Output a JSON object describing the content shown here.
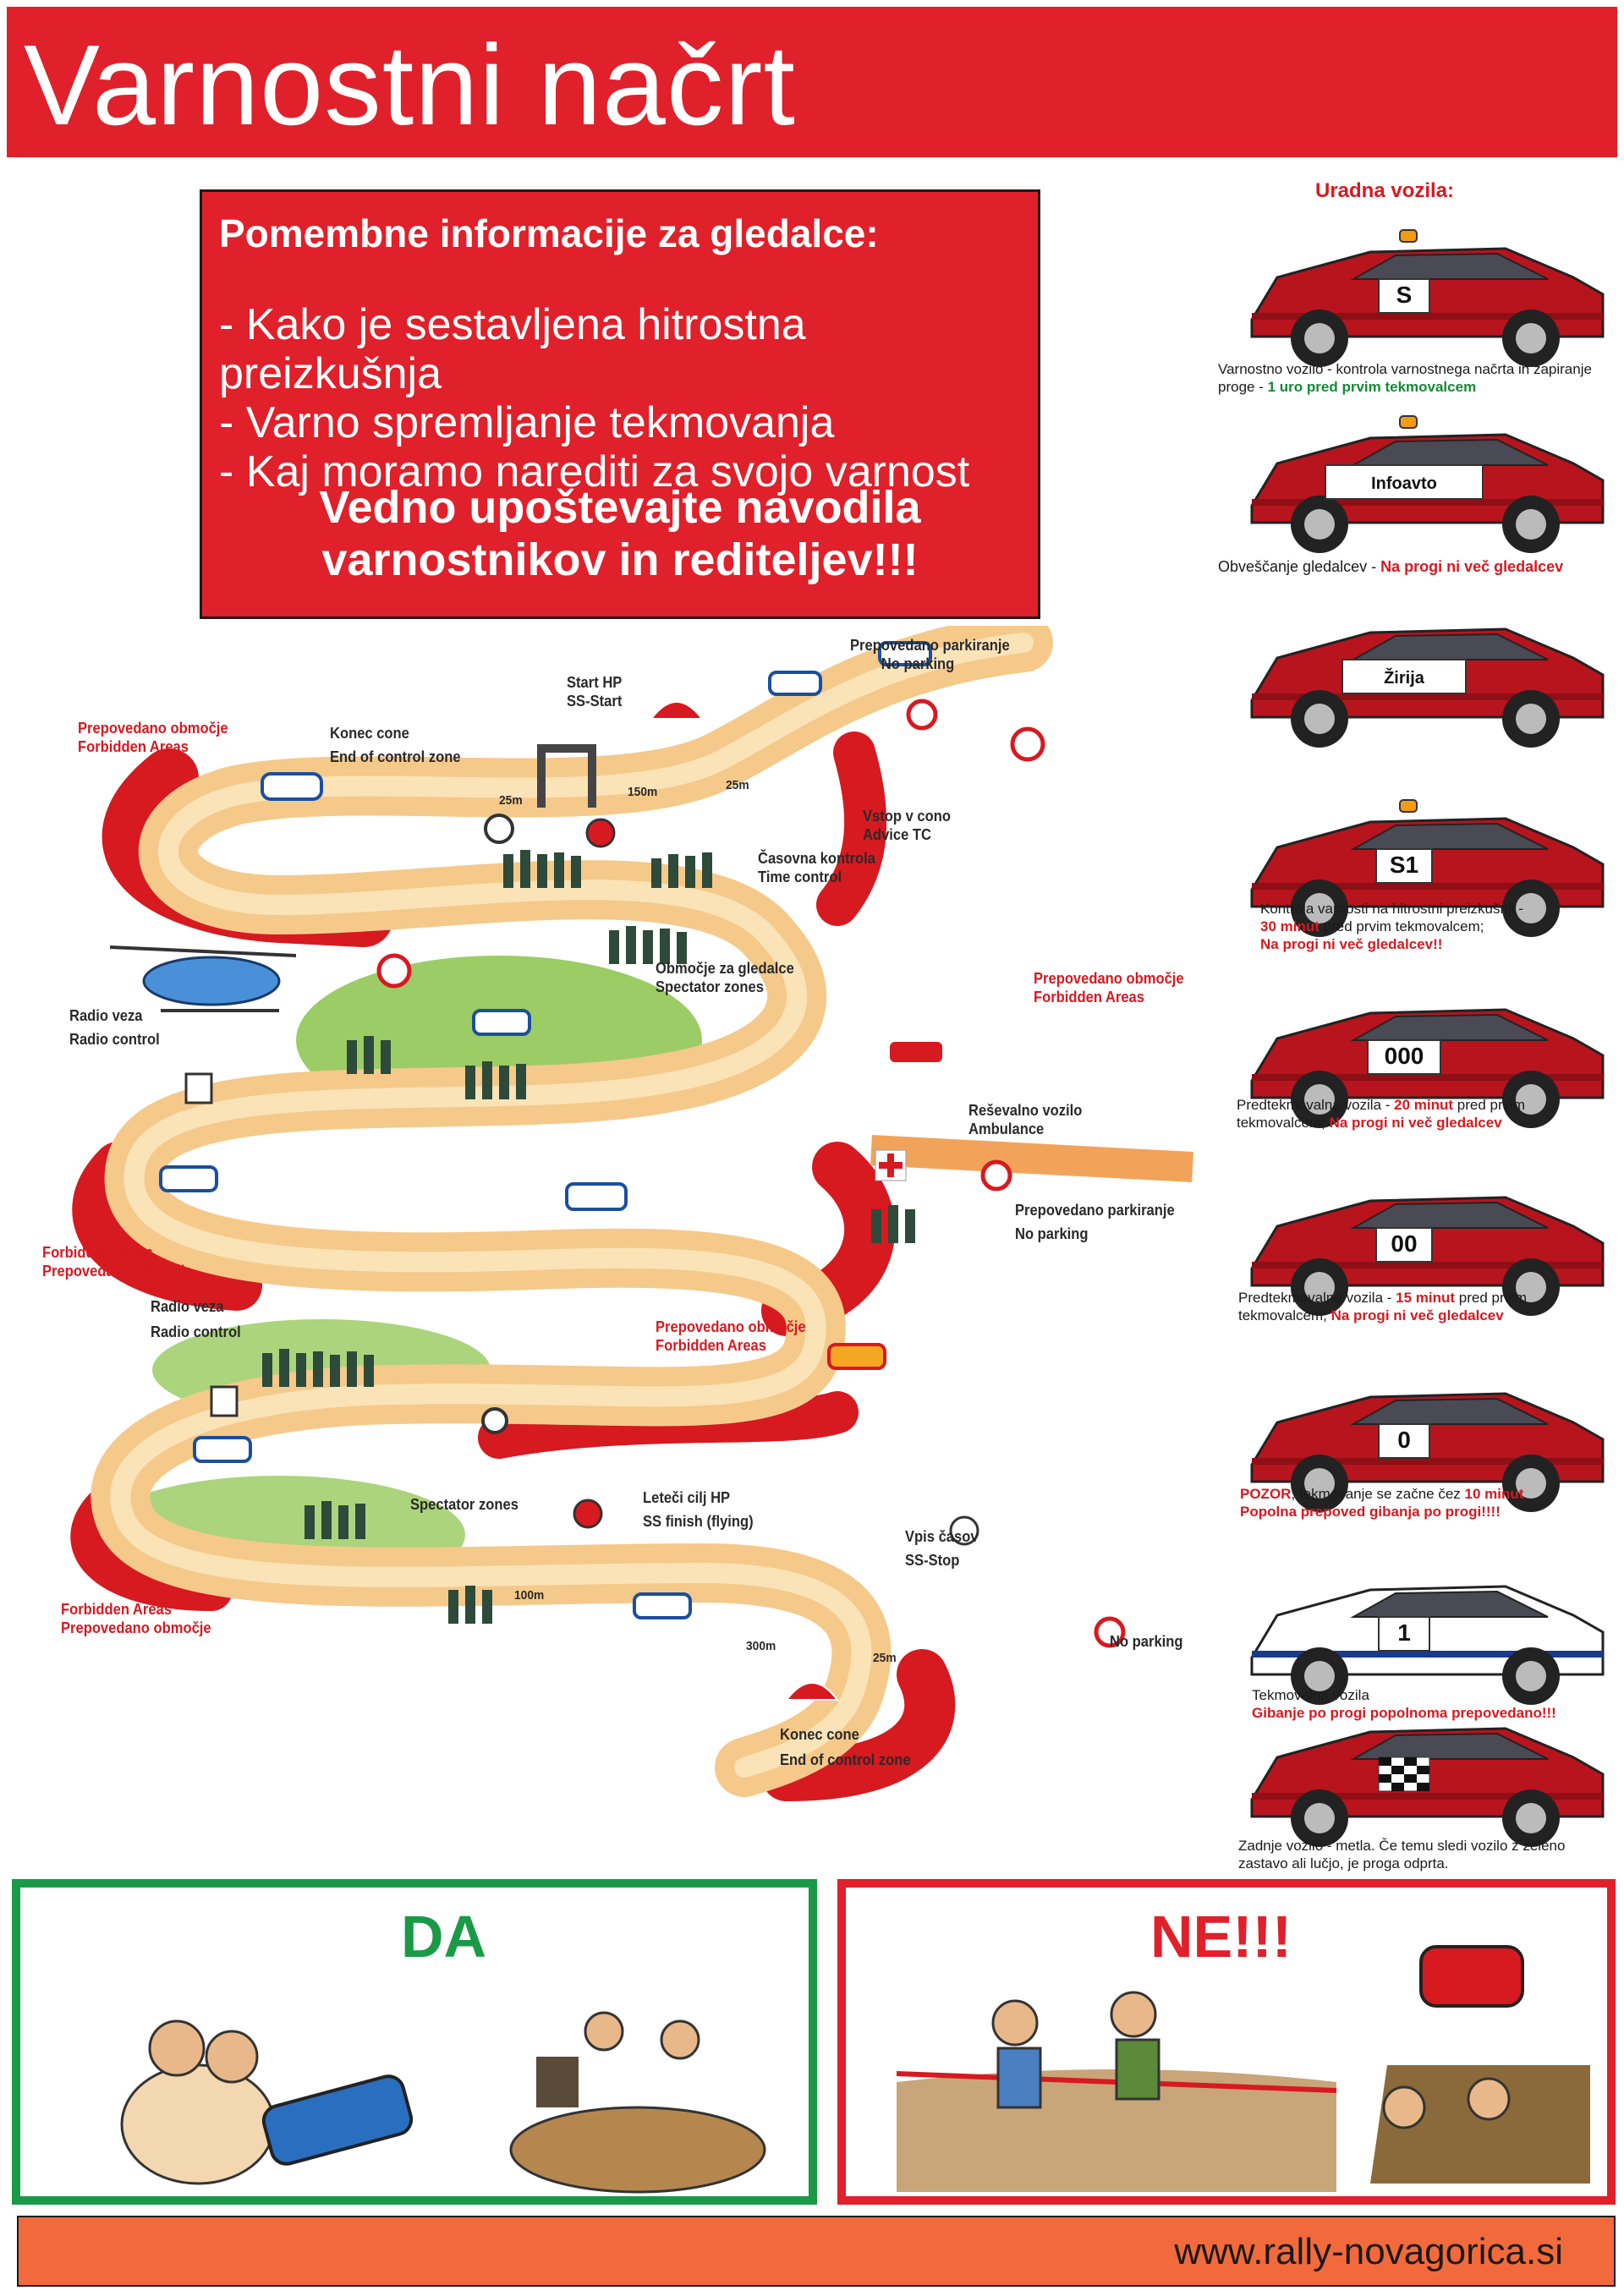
{
  "header": {
    "title": "Varnostni načrt"
  },
  "info": {
    "heading": "Pomembne informacije za gledalce:",
    "items": [
      "- Kako je sestavljena hitrostna preizkušnja",
      "- Varno spremljanje tekmovanja",
      "- Kaj moramo narediti za svojo varnost"
    ],
    "warning_line1": "Vedno upoštevajte navodila",
    "warning_line2": "varnostnikov in rediteljev!!!"
  },
  "official": {
    "title": "Uradna vozila:",
    "cars": [
      {
        "plate": "S",
        "caption_a": "Varnostno vozilo - kontrola varnostnega načrta in zapiranje proge - ",
        "caption_b": "1 uro pred prvim tekmovalcem"
      },
      {
        "plate": "Infoavto",
        "caption_a": "Obveščanje gledalcev - ",
        "caption_b": "Na progi ni več gledalcev"
      },
      {
        "plate": "Žirija"
      },
      {
        "plate": "S1",
        "caption_a": "Kontrola varnosti na hitrostni preizkušnji - ",
        "caption_b": "30 minut",
        "caption_c": " pred prvim tekmovalcem;",
        "caption_d": "Na progi ni več gledalcev!!"
      },
      {
        "plate": "000",
        "caption_a": "Predtekmovalna vozila - ",
        "caption_b": "20 minut",
        "caption_c": " pred prvim tekmovalcem; ",
        "caption_d": "Na progi ni več gledalcev"
      },
      {
        "plate": "00",
        "caption_a": "Predtekmovalna vozila - ",
        "caption_b": "15 minut",
        "caption_c": " pred prvim tekmovalcem; ",
        "caption_d": "Na progi ni več gledalcev"
      },
      {
        "plate": "0",
        "caption_a": "POZOR",
        "caption_b": ", tekmovanje se začne čez ",
        "caption_c": "10 minut",
        "caption_d": "Popolna prepoved gibanja po progi!!!!"
      },
      {
        "plate": "1",
        "caption_a": "Tekmovalna vozila",
        "caption_b": "Gibanje po progi popolnoma prepovedano!!!"
      },
      {
        "plate": "",
        "caption_a": "Zadnje vozilo - metla. Če temu sledi vozilo z zeleno zastavo ali lučjo, je proga odprta."
      }
    ]
  },
  "map_labels": {
    "no_parking_top": "Prepovedano parkiranje",
    "no_parking_top_en": "No parking",
    "start": "Start HP",
    "start_en": "SS-Start",
    "forbidden_1": "Prepovedano območje",
    "forbidden_1_en": "Forbidden Areas",
    "konec_cone": "Konec cone",
    "konec_cone_en": "End of control zone",
    "d25a": "25m",
    "d150": "150m",
    "d25b": "25m",
    "vstop": "Vstop v cono",
    "vstop_en": "Advice TC",
    "casovna": "Časovna kontrola",
    "casovna_en": "Time control",
    "radio1": "Radio veza",
    "radio1_en": "Radio control",
    "spectator": "Območje za gledalce",
    "spectator_en": "Spectator zones",
    "forbidden_2": "Prepovedano območje",
    "forbidden_2_en": "Forbidden Areas",
    "ambulance": "Reševalno vozilo",
    "ambulance_en": "Ambulance",
    "no_parking_mid": "Prepovedano parkiranje",
    "no_parking_mid_en": "No parking",
    "forbidden_3_en": "Forbidden Areas",
    "forbidden_3": "Prepovedano območje",
    "radio2": "Radio veza",
    "radio2_en": "Radio control",
    "forbidden_4": "Prepovedano območje",
    "forbidden_4_en": "Forbidden Areas",
    "spectator2_en": "Spectator zones",
    "finish": "Leteči cilj HP",
    "finish_en": "SS finish (flying)",
    "vpis": "Vpis časov",
    "vpis_en": "SS-Stop",
    "d100": "100m",
    "d300": "300m",
    "d25c": "25m",
    "forbidden_5_en": "Forbidden Areas",
    "forbidden_5": "Prepovedano območje",
    "no_parking_bottom": "No parking",
    "konec_cone2": "Konec cone",
    "konec_cone2_en": "End of control zone"
  },
  "panels": {
    "yes": "DA",
    "no": "NE!!!"
  },
  "footer": {
    "url": "www.rally-novagorica.si"
  },
  "colors": {
    "brand_red": "#e0202a",
    "green": "#1a9a46",
    "orange": "#f26a3c",
    "track": "#f5c98a",
    "grass": "#8bc34a"
  }
}
